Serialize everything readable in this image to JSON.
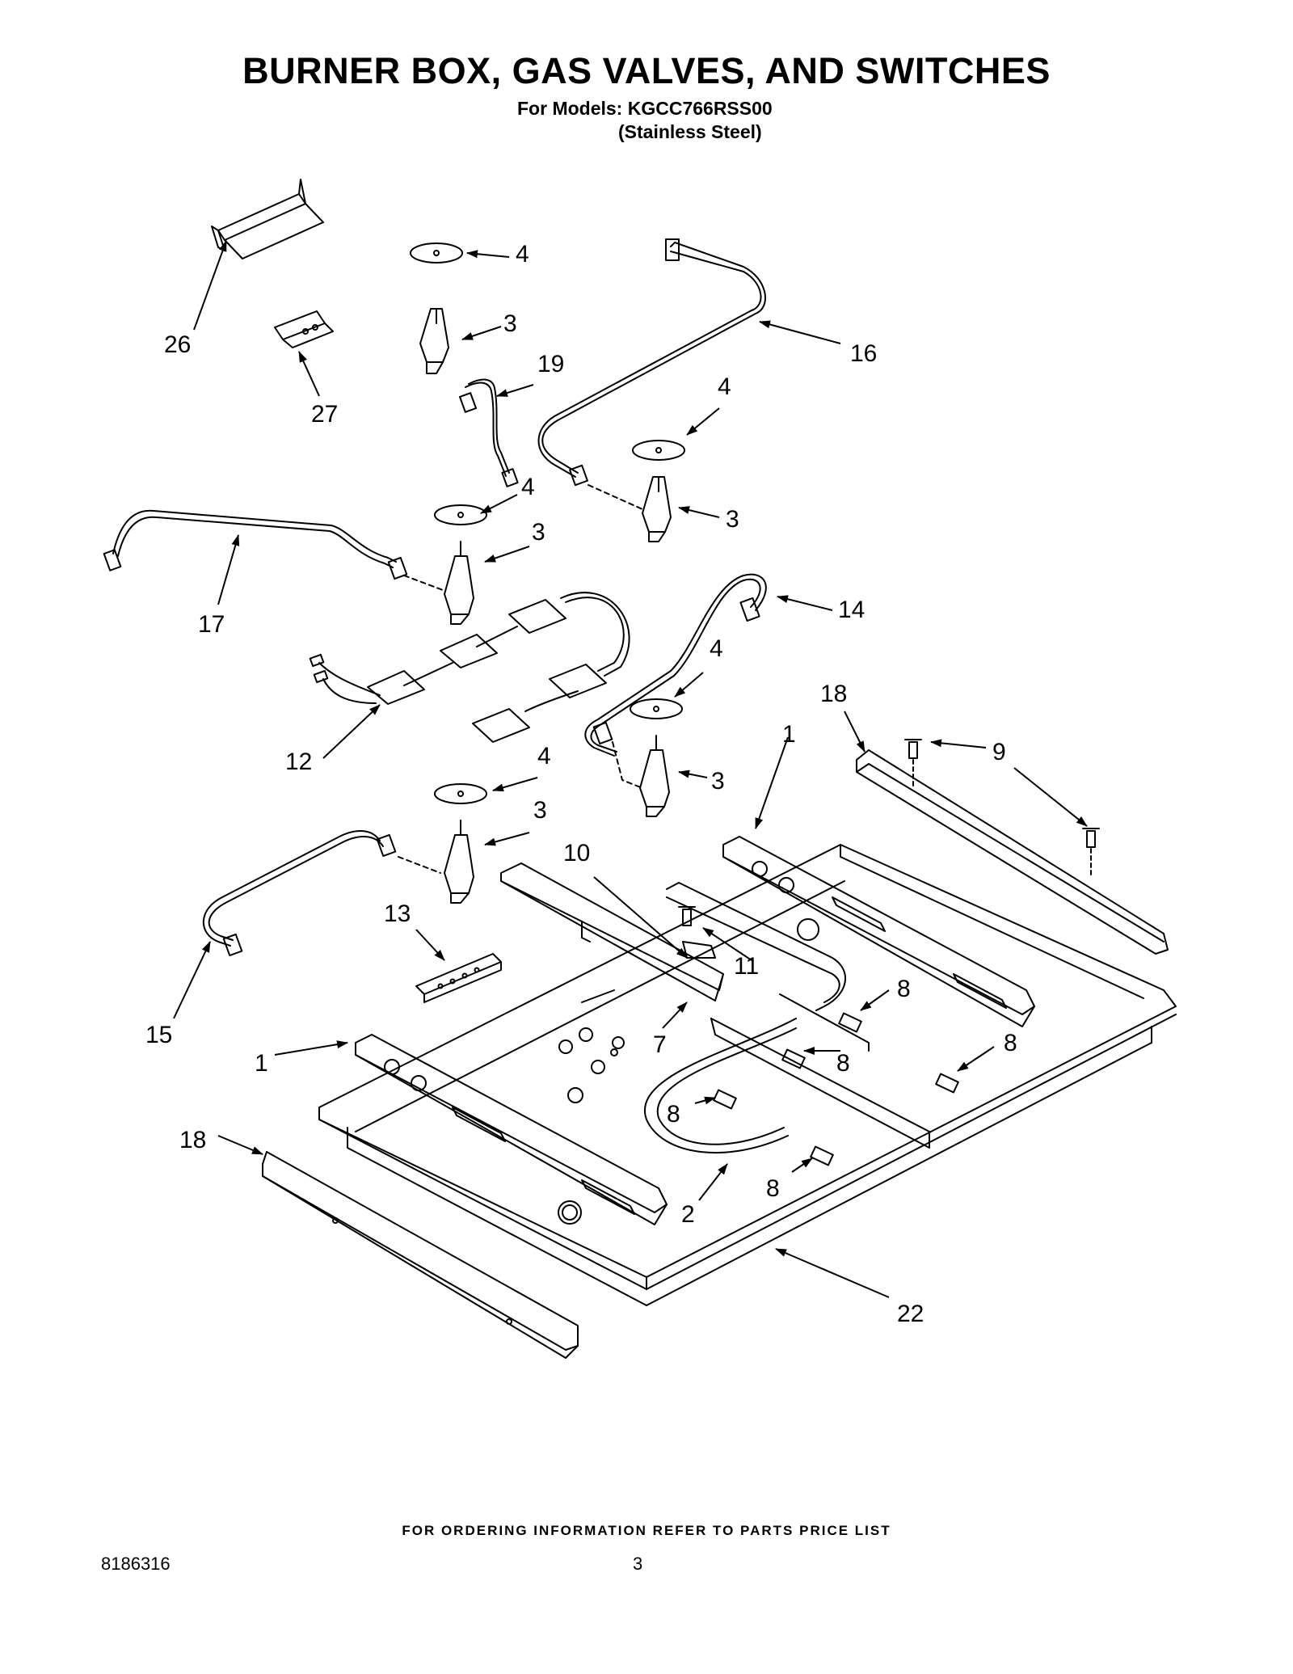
{
  "page": {
    "title": "BURNER BOX, GAS VALVES, AND SWITCHES",
    "models_line": "For Models: KGCC766RSS00",
    "finish_line": "(Stainless Steel)",
    "footer": "FOR ORDERING INFORMATION REFER TO PARTS PRICE LIST",
    "doc_number": "8186316",
    "page_number": "3"
  },
  "callouts": {
    "c26": "26",
    "c27": "27",
    "c4a": "4",
    "c3a": "3",
    "c19": "19",
    "c16": "16",
    "c4b": "4",
    "c3b": "3",
    "c4c": "4",
    "c3c": "3",
    "c17": "17",
    "c14": "14",
    "c4d": "4",
    "c12": "12",
    "c3d": "3",
    "c18a": "18",
    "c1a": "1",
    "c9": "9",
    "c4e": "4",
    "c3e": "3",
    "c10": "10",
    "c11": "11",
    "c13": "13",
    "c15": "15",
    "c8a": "8",
    "c7": "7",
    "c8b": "8",
    "c8c": "8",
    "c1b": "1",
    "c8d": "8",
    "c18b": "18",
    "c8e": "8",
    "c2": "2",
    "c22": "22"
  }
}
